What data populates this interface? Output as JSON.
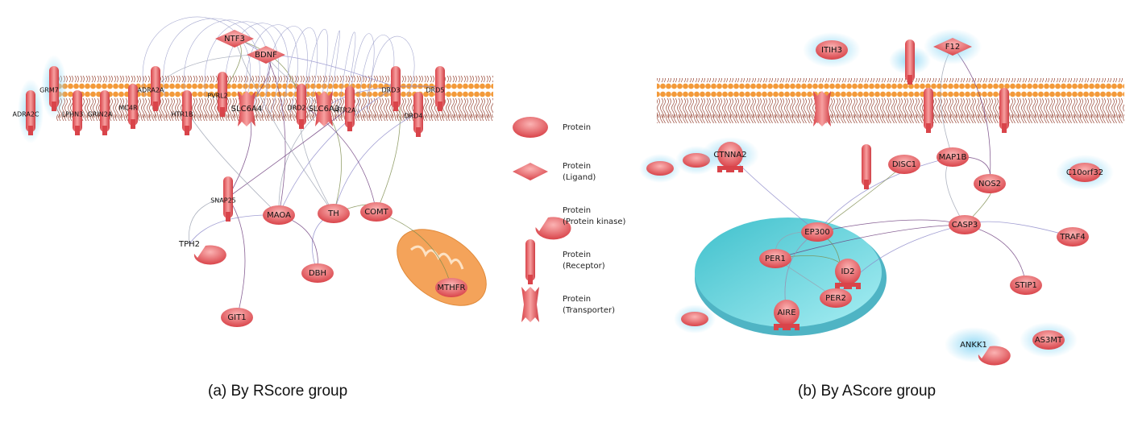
{
  "panels": [
    {
      "caption": "(a) By RScore group",
      "nodes": [
        {
          "label": "ADRA2C",
          "type": "receptor",
          "highlight": true
        },
        {
          "label": "GRM7",
          "type": "receptor",
          "highlight": true
        },
        {
          "label": "LPHN3",
          "type": "receptor"
        },
        {
          "label": "GRIN2A",
          "type": "receptor"
        },
        {
          "label": "MC4R",
          "type": "receptor"
        },
        {
          "label": "ADRA2A",
          "type": "receptor"
        },
        {
          "label": "HTR1B",
          "type": "receptor"
        },
        {
          "label": "PVRL2",
          "type": "receptor"
        },
        {
          "label": "SLC6A4",
          "type": "transporter"
        },
        {
          "label": "DRD2",
          "type": "receptor"
        },
        {
          "label": "SLC6A3",
          "type": "transporter"
        },
        {
          "label": "HTR2A",
          "type": "receptor"
        },
        {
          "label": "DRD3",
          "type": "receptor"
        },
        {
          "label": "DRD5",
          "type": "receptor"
        },
        {
          "label": "DRD4",
          "type": "receptor"
        },
        {
          "label": "NTF3",
          "type": "ligand"
        },
        {
          "label": "BDNF",
          "type": "ligand"
        },
        {
          "label": "SNAP25",
          "type": "receptor"
        },
        {
          "label": "MAOA",
          "type": "protein"
        },
        {
          "label": "TH",
          "type": "protein"
        },
        {
          "label": "COMT",
          "type": "protein"
        },
        {
          "label": "TPH2",
          "type": "kinase"
        },
        {
          "label": "DBH",
          "type": "protein"
        },
        {
          "label": "MTHFR",
          "type": "protein"
        },
        {
          "label": "GIT1",
          "type": "protein"
        }
      ]
    },
    {
      "caption": "(b) By AScore group",
      "nodes": [
        {
          "label": "ITIH3",
          "type": "protein",
          "highlight": true
        },
        {
          "label": "F12",
          "type": "ligand",
          "highlight": true
        },
        {
          "label": "CTNNA2",
          "type": "complex",
          "highlight": true
        },
        {
          "label": "DISC1",
          "type": "protein"
        },
        {
          "label": "MAP1B",
          "type": "protein"
        },
        {
          "label": "NOS2",
          "type": "protein"
        },
        {
          "label": "C10orf32",
          "type": "protein",
          "highlight": true
        },
        {
          "label": "CASP3",
          "type": "protein"
        },
        {
          "label": "TRAF4",
          "type": "protein"
        },
        {
          "label": "EP300",
          "type": "protein"
        },
        {
          "label": "PER1",
          "type": "protein"
        },
        {
          "label": "ID2",
          "type": "complex"
        },
        {
          "label": "PER2",
          "type": "protein"
        },
        {
          "label": "AIRE",
          "type": "complex"
        },
        {
          "label": "STIP1",
          "type": "protein"
        },
        {
          "label": "ANKK1",
          "type": "kinase",
          "highlight": true
        },
        {
          "label": "AS3MT",
          "type": "protein",
          "highlight": true
        }
      ]
    }
  ],
  "legend": [
    {
      "type": "protein",
      "line1": "Protein",
      "line2": ""
    },
    {
      "type": "ligand",
      "line1": "Protein",
      "line2": "(Ligand)"
    },
    {
      "type": "kinase",
      "line1": "Protein",
      "line2": "(Protein kinase)"
    },
    {
      "type": "receptor",
      "line1": "Protein",
      "line2": "(Receptor)"
    },
    {
      "type": "transporter",
      "line1": "Protein",
      "line2": "(Transporter)"
    }
  ],
  "colors": {
    "node": "#e05a5e",
    "membrane": "#f39a3a",
    "nucleus": "#5fd3dc",
    "highlight": "#8fd8f5",
    "mito": "#f4a35a"
  }
}
